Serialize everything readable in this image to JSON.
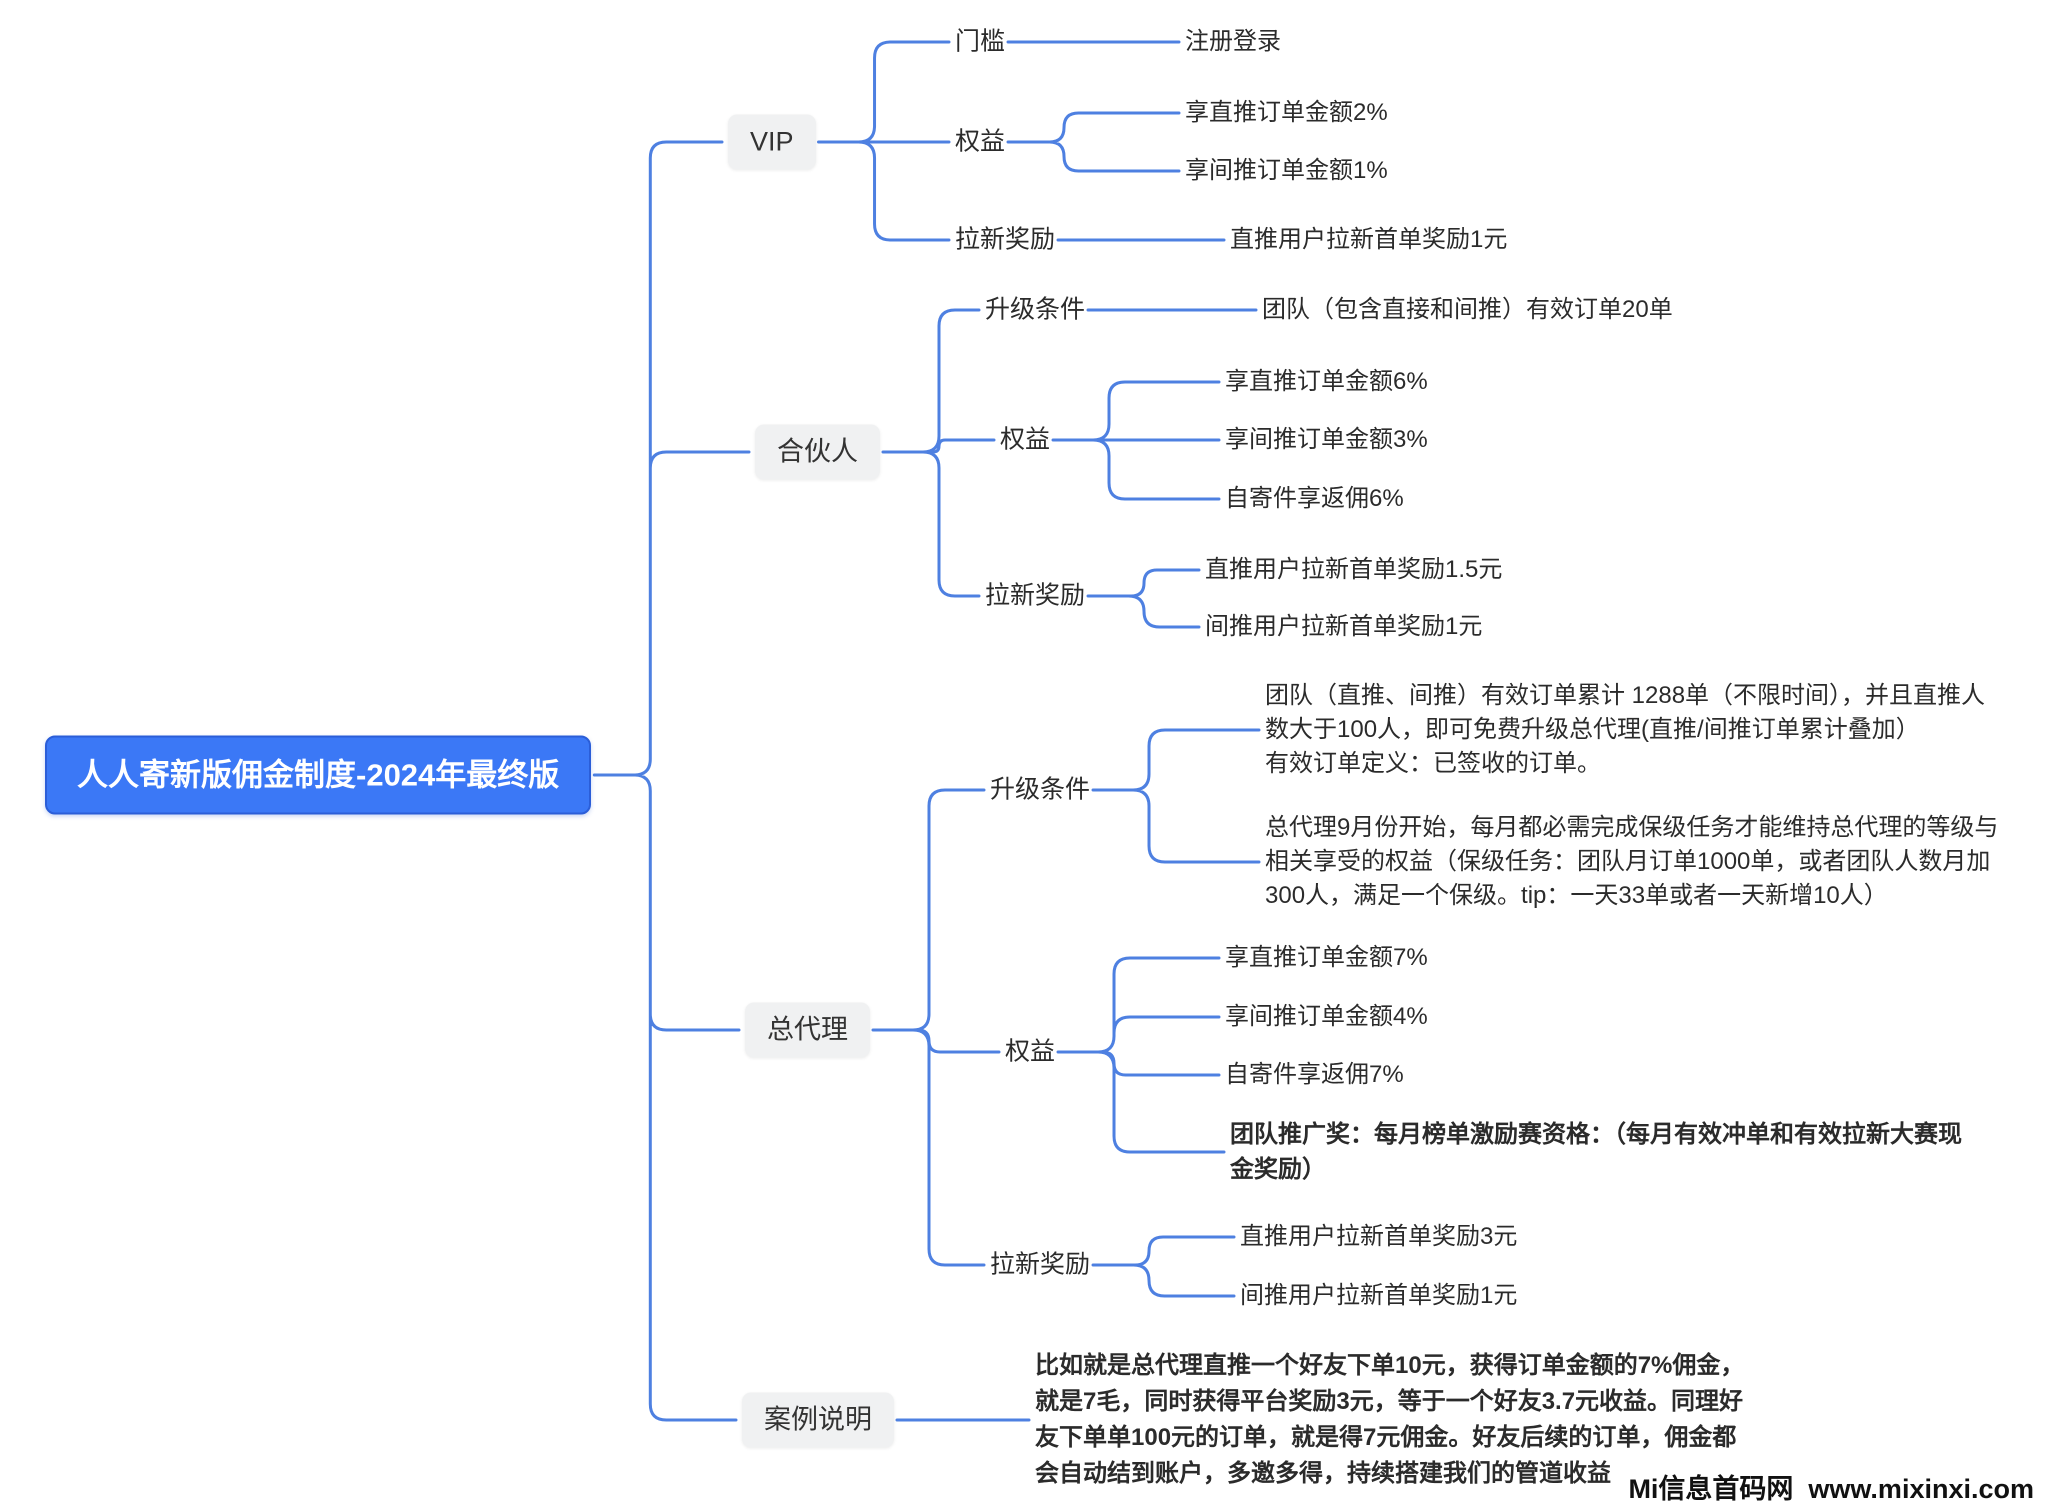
{
  "root": {
    "label": "人人寄新版佣金制度-2024年最终版"
  },
  "branches": [
    {
      "label": "VIP",
      "children": [
        {
          "label": "门槛",
          "leaves": [
            {
              "text": "注册登录"
            }
          ]
        },
        {
          "label": "权益",
          "leaves": [
            {
              "text": "享直推订单金额2%"
            },
            {
              "text": "享间推订单金额1%"
            }
          ]
        },
        {
          "label": "拉新奖励",
          "leaves": [
            {
              "text": "直推用户拉新首单奖励1元"
            }
          ]
        }
      ]
    },
    {
      "label": "合伙人",
      "children": [
        {
          "label": "升级条件",
          "leaves": [
            {
              "text": "团队（包含直接和间推）有效订单20单"
            }
          ]
        },
        {
          "label": "权益",
          "leaves": [
            {
              "text": "享直推订单金额6%"
            },
            {
              "text": "享间推订单金额3%"
            },
            {
              "text": "自寄件享返佣6%"
            }
          ]
        },
        {
          "label": "拉新奖励",
          "leaves": [
            {
              "text": "直推用户拉新首单奖励1.5元"
            },
            {
              "text": "间推用户拉新首单奖励1元"
            }
          ]
        }
      ]
    },
    {
      "label": "总代理",
      "children": [
        {
          "label": "升级条件",
          "leaves": [
            {
              "text": "团队（直推、间推）有效订单累计 1288单（不限时间），并且直推人数大于100人，即可免费升级总代理(直推/间推订单累计叠加）\n有效订单定义：已签收的订单。"
            },
            {
              "text": "总代理9月份开始，每月都必需完成保级任务才能维持总代理的等级与相关享受的权益（保级任务：团队月订单1000单，或者团队人数月加300人，满足一个保级。tip：一天33单或者一天新增10人）"
            }
          ]
        },
        {
          "label": "权益",
          "leaves": [
            {
              "text": "享直推订单金额7%"
            },
            {
              "text": "享间推订单金额4%"
            },
            {
              "text": "自寄件享返佣7%"
            },
            {
              "text": "团队推广奖：每月榜单激励赛资格：（每月有效冲单和有效拉新大赛现金奖励）"
            }
          ]
        },
        {
          "label": "拉新奖励",
          "leaves": [
            {
              "text": "直推用户拉新首单奖励3元"
            },
            {
              "text": "间推用户拉新首单奖励1元"
            }
          ]
        }
      ]
    },
    {
      "label": "案例说明",
      "leaves": [
        {
          "text": "比如就是总代理直推一个好友下单10元，获得订单金额的7%佣金，就是7毛，同时获得平台奖励3元，等于一个好友3.7元收益。同理好友下单单100元的订单，就是得7元佣金。好友后续的订单，佣金都会自动结到账户，多邀多得，持续搭建我们的管道收益"
        }
      ]
    }
  ],
  "watermark": {
    "text": "Mi信息首码网  www.mixinxi.com"
  },
  "colors": {
    "line": "#4e80e1",
    "root_fill": "#3b78f6",
    "root_border": "#2b5ed8",
    "node_bg": "#f0f1f2",
    "text": "#2b2b2b"
  }
}
